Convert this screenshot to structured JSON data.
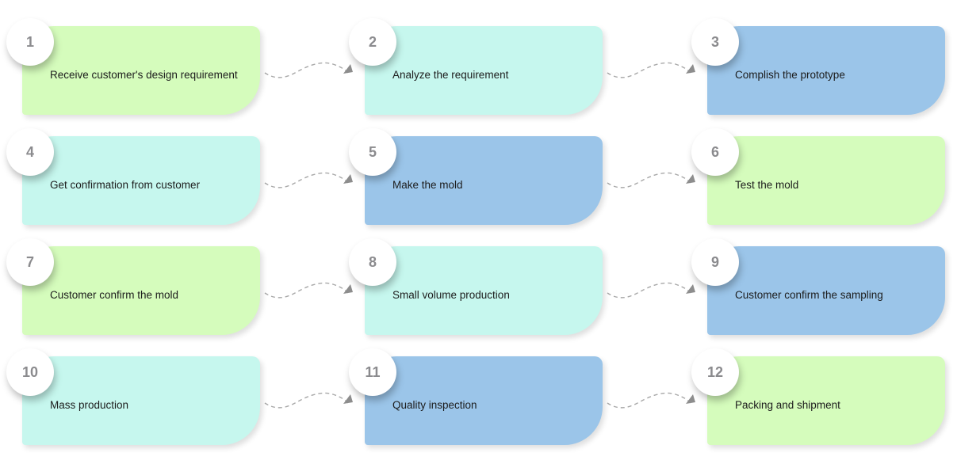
{
  "flow": {
    "steps": [
      {
        "number": "1",
        "label": "Receive customer's design requirement",
        "color": "green"
      },
      {
        "number": "2",
        "label": "Analyze the requirement",
        "color": "cyan"
      },
      {
        "number": "3",
        "label": "Complish the prototype",
        "color": "blue"
      },
      {
        "number": "4",
        "label": "Get confirmation from customer",
        "color": "cyan"
      },
      {
        "number": "5",
        "label": "Make the mold",
        "color": "blue"
      },
      {
        "number": "6",
        "label": "Test the mold",
        "color": "green"
      },
      {
        "number": "7",
        "label": "Customer confirm the mold",
        "color": "green"
      },
      {
        "number": "8",
        "label": "Small volume production",
        "color": "cyan"
      },
      {
        "number": "9",
        "label": "Customer confirm the sampling",
        "color": "blue"
      },
      {
        "number": "10",
        "label": "Mass production",
        "color": "cyan"
      },
      {
        "number": "11",
        "label": "Quality inspection",
        "color": "blue"
      },
      {
        "number": "12",
        "label": "Packing and shipment",
        "color": "green"
      }
    ],
    "palette": {
      "green": "#d5fcbc",
      "cyan": "#c6f7ee",
      "blue": "#9bc5e9",
      "badge_background": "#ffffff",
      "badge_number": "#8b8b8e",
      "arrow": "#a8a8a8",
      "label_text": "#1c1c1c",
      "background": "#ffffff"
    }
  }
}
